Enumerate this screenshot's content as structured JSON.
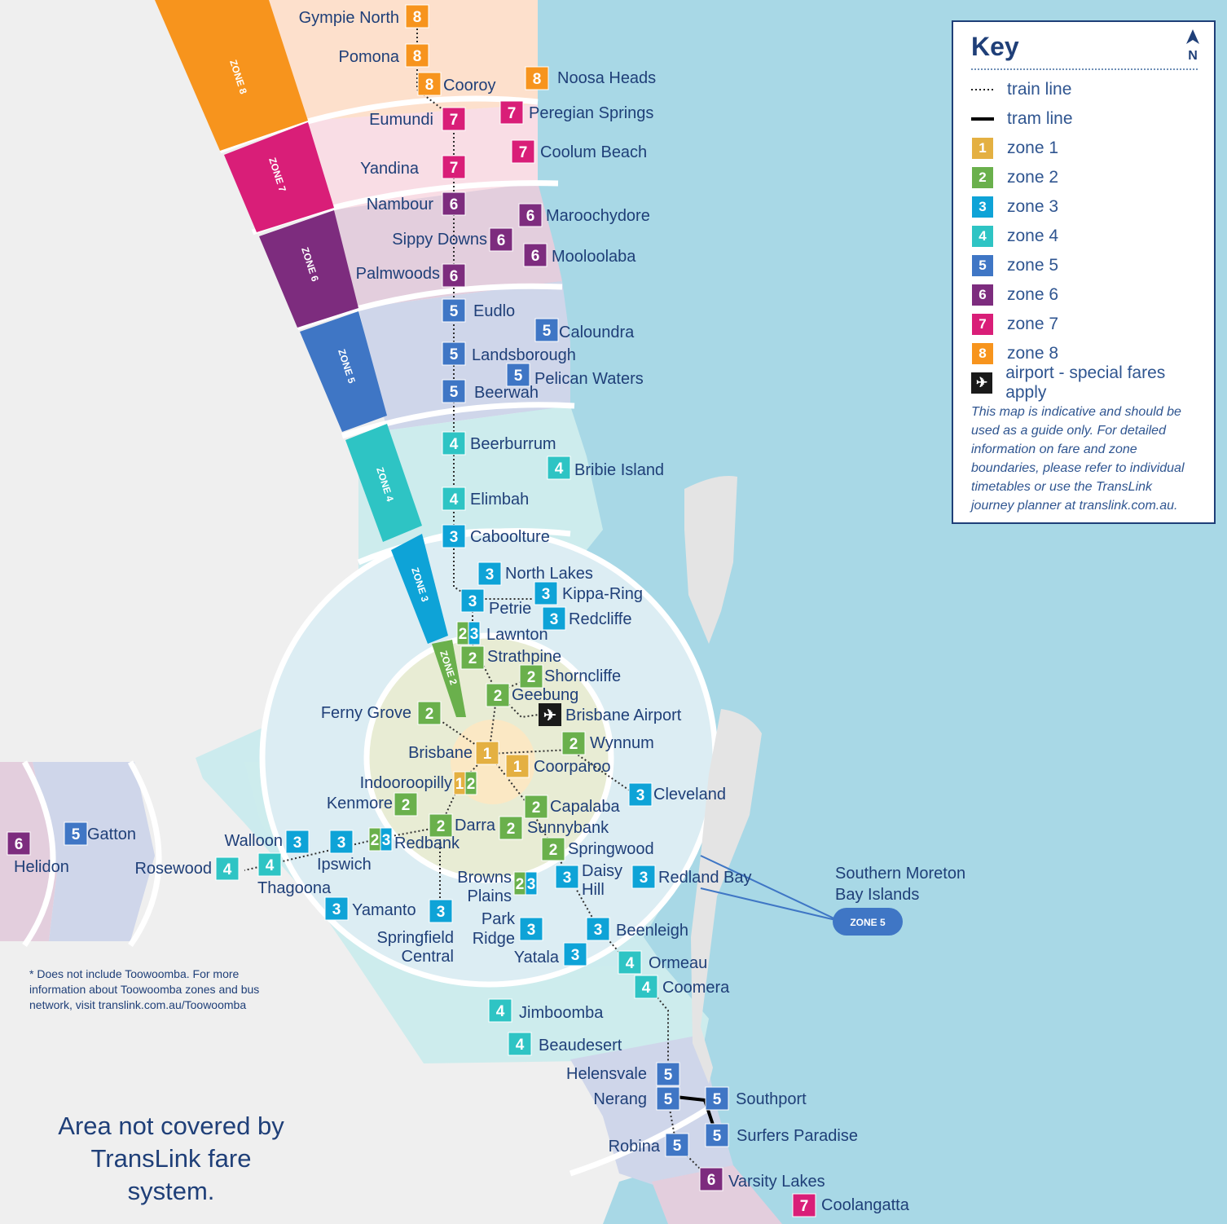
{
  "legend": {
    "title": "Key",
    "north": "N",
    "train_line": "train line",
    "tram_line": "tram line",
    "zones": [
      {
        "label": "zone 1",
        "num": "1",
        "color": "#e4b042"
      },
      {
        "label": "zone 2",
        "num": "2",
        "color": "#6ab04c"
      },
      {
        "label": "zone 3",
        "num": "3",
        "color": "#0ea3d7"
      },
      {
        "label": "zone 4",
        "num": "4",
        "color": "#2ec4c4"
      },
      {
        "label": "zone 5",
        "num": "5",
        "color": "#3f76c5"
      },
      {
        "label": "zone 6",
        "num": "6",
        "color": "#7d2c7e"
      },
      {
        "label": "zone 7",
        "num": "7",
        "color": "#d91e78"
      },
      {
        "label": "zone 8",
        "num": "8",
        "color": "#f7941d"
      }
    ],
    "airport": "airport - special fares apply",
    "note": "This map is indicative and should be used as a guide only. For detailed information on fare and zone boundaries, please refer to individual timetables or use the TransLink journey planner at translink.com.au."
  },
  "band_labels": [
    "ZONE 8",
    "ZONE 7",
    "ZONE 6",
    "ZONE 5",
    "ZONE 4",
    "ZONE 3",
    "ZONE 2"
  ],
  "stations": [
    {
      "name": "Gympie North",
      "zones": [
        "8"
      ]
    },
    {
      "name": "Pomona",
      "zones": [
        "8"
      ]
    },
    {
      "name": "Cooroy",
      "zones": [
        "8"
      ]
    },
    {
      "name": "Noosa Heads",
      "zones": [
        "8"
      ]
    },
    {
      "name": "Eumundi",
      "zones": [
        "7"
      ]
    },
    {
      "name": "Peregian Springs",
      "zones": [
        "7"
      ]
    },
    {
      "name": "Yandina",
      "zones": [
        "7"
      ]
    },
    {
      "name": "Coolum Beach",
      "zones": [
        "7"
      ]
    },
    {
      "name": "Nambour",
      "zones": [
        "6"
      ]
    },
    {
      "name": "Maroochydore",
      "zones": [
        "6"
      ]
    },
    {
      "name": "Sippy Downs",
      "zones": [
        "6"
      ]
    },
    {
      "name": "Mooloolaba",
      "zones": [
        "6"
      ]
    },
    {
      "name": "Palmwoods",
      "zones": [
        "6"
      ]
    },
    {
      "name": "Eudlo",
      "zones": [
        "5"
      ]
    },
    {
      "name": "Caloundra",
      "zones": [
        "5"
      ]
    },
    {
      "name": "Landsborough",
      "zones": [
        "5"
      ]
    },
    {
      "name": "Pelican Waters",
      "zones": [
        "5"
      ]
    },
    {
      "name": "Beerwah",
      "zones": [
        "5"
      ]
    },
    {
      "name": "Beerburrum",
      "zones": [
        "4"
      ]
    },
    {
      "name": "Bribie Island",
      "zones": [
        "4"
      ]
    },
    {
      "name": "Elimbah",
      "zones": [
        "4"
      ]
    },
    {
      "name": "Caboolture",
      "zones": [
        "3"
      ]
    },
    {
      "name": "North Lakes",
      "zones": [
        "3"
      ]
    },
    {
      "name": "Kippa-Ring",
      "zones": [
        "3"
      ]
    },
    {
      "name": "Petrie",
      "zones": [
        "3"
      ]
    },
    {
      "name": "Redcliffe",
      "zones": [
        "3"
      ]
    },
    {
      "name": "Lawnton",
      "zones": [
        "2",
        "3"
      ]
    },
    {
      "name": "Strathpine",
      "zones": [
        "2"
      ]
    },
    {
      "name": "Shorncliffe",
      "zones": [
        "2"
      ]
    },
    {
      "name": "Geebung",
      "zones": [
        "2"
      ]
    },
    {
      "name": "Ferny Grove",
      "zones": [
        "2"
      ]
    },
    {
      "name": "Brisbane Airport",
      "zones": []
    },
    {
      "name": "Wynnum",
      "zones": [
        "2"
      ]
    },
    {
      "name": "Brisbane",
      "zones": [
        "1"
      ]
    },
    {
      "name": "Coorparoo",
      "zones": [
        "1"
      ]
    },
    {
      "name": "Cleveland",
      "zones": [
        "3"
      ]
    },
    {
      "name": "Indooroopilly",
      "zones": [
        "1",
        "2"
      ]
    },
    {
      "name": "Kenmore",
      "zones": [
        "2"
      ]
    },
    {
      "name": "Capalaba",
      "zones": [
        "2"
      ]
    },
    {
      "name": "Darra",
      "zones": [
        "2"
      ]
    },
    {
      "name": "Sunnybank",
      "zones": [
        "2"
      ]
    },
    {
      "name": "Walloon",
      "zones": [
        "3"
      ]
    },
    {
      "name": "Ipswich",
      "zones": [
        "3"
      ]
    },
    {
      "name": "Redbank",
      "zones": [
        "2",
        "3"
      ]
    },
    {
      "name": "Springwood",
      "zones": [
        "2"
      ]
    },
    {
      "name": "Gatton",
      "zones": [
        "5"
      ]
    },
    {
      "name": "Helidon",
      "zones": [
        "6"
      ]
    },
    {
      "name": "Rosewood",
      "zones": [
        "4"
      ]
    },
    {
      "name": "Thagoona",
      "zones": [
        "4"
      ]
    },
    {
      "name": "Browns Plains",
      "zones": [
        "2",
        "3"
      ]
    },
    {
      "name": "Daisy Hill",
      "zones": [
        "3"
      ]
    },
    {
      "name": "Redland Bay",
      "zones": [
        "3"
      ]
    },
    {
      "name": "Yamanto",
      "zones": [
        "3"
      ]
    },
    {
      "name": "Springfield Central",
      "zones": [
        "3"
      ]
    },
    {
      "name": "Park Ridge",
      "zones": [
        "3"
      ]
    },
    {
      "name": "Beenleigh",
      "zones": [
        "3"
      ]
    },
    {
      "name": "Yatala",
      "zones": [
        "3"
      ]
    },
    {
      "name": "Ormeau",
      "zones": [
        "4"
      ]
    },
    {
      "name": "Coomera",
      "zones": [
        "4"
      ]
    },
    {
      "name": "Jimboomba",
      "zones": [
        "4"
      ]
    },
    {
      "name": "Beaudesert",
      "zones": [
        "4"
      ]
    },
    {
      "name": "Helensvale",
      "zones": [
        "5"
      ]
    },
    {
      "name": "Nerang",
      "zones": [
        "5"
      ]
    },
    {
      "name": "Southport",
      "zones": [
        "5"
      ]
    },
    {
      "name": "Surfers Paradise",
      "zones": [
        "5"
      ]
    },
    {
      "name": "Robina",
      "zones": [
        "5"
      ]
    },
    {
      "name": "Varsity Lakes",
      "zones": [
        "6"
      ]
    },
    {
      "name": "Coolangatta",
      "zones": [
        "7"
      ]
    }
  ],
  "islands": {
    "name": "Southern Moreton Bay Islands",
    "zone": "ZONE 5"
  },
  "footnote": "* Does not include Toowoomba. For more information about Toowoomba zones and bus network, visit translink.com.au/Toowoomba",
  "not_covered": "Area not covered by TransLink fare system."
}
